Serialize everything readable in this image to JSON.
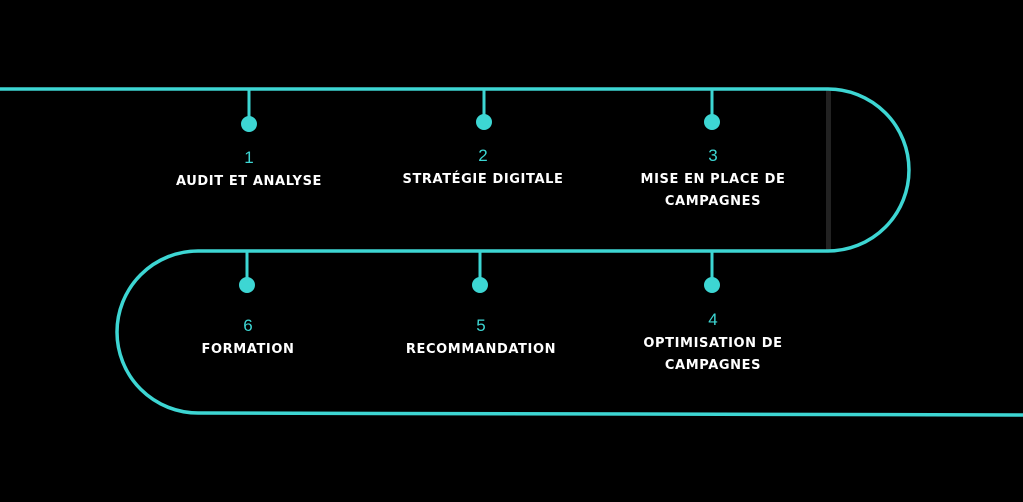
{
  "colors": {
    "accent": "#3dd6d3",
    "text": "#ffffff",
    "background": "#000000"
  },
  "steps": [
    {
      "number": "1",
      "label": "AUDIT ET ANALYSE"
    },
    {
      "number": "2",
      "label": "STRATÉGIE DIGITALE"
    },
    {
      "number": "3",
      "label": "MISE EN PLACE DE CAMPAGNES"
    },
    {
      "number": "4",
      "label": "OPTIMISATION DE CAMPAGNES"
    },
    {
      "number": "5",
      "label": "RECOMMANDATION"
    },
    {
      "number": "6",
      "label": "FORMATION"
    }
  ]
}
